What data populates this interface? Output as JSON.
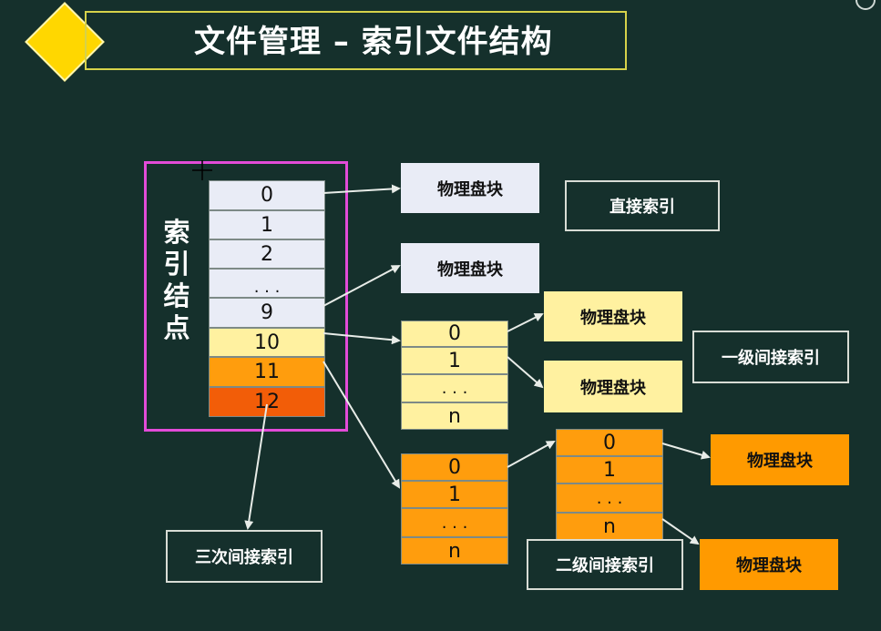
{
  "header": {
    "title": "文件管理 – 索引文件结构",
    "diamond_color": "#ffd700",
    "title_border_color": "#d6d24a"
  },
  "index_node": {
    "label": "索引结点",
    "label_lines": [
      "索",
      "引",
      "结",
      "点"
    ],
    "cells": [
      {
        "text": "0",
        "color": "light"
      },
      {
        "text": "1",
        "color": "light"
      },
      {
        "text": "2",
        "color": "light"
      },
      {
        "text": ". . .",
        "color": "light"
      },
      {
        "text": "9",
        "color": "light"
      },
      {
        "text": "10",
        "color": "yellow"
      },
      {
        "text": "11",
        "color": "orange"
      },
      {
        "text": "12",
        "color": "red"
      }
    ],
    "frame_color": "#e24bd8"
  },
  "blocks": {
    "direct_1": "物理盘块",
    "direct_2": "物理盘块",
    "single_1": "物理盘块",
    "single_2": "物理盘块",
    "double_1": "物理盘块",
    "double_2": "物理盘块"
  },
  "tables": {
    "single_indirect": [
      "0",
      "1",
      ". . .",
      "n"
    ],
    "double_outer": [
      "0",
      "1",
      ". . .",
      "n"
    ],
    "double_inner": [
      "0",
      "1",
      ". . .",
      "n"
    ]
  },
  "labels": {
    "direct": "直接索引",
    "single": "一级间接索引",
    "double": "二级间接索引",
    "triple": "三次间接索引"
  },
  "colors": {
    "light": "#e9ecf6",
    "yellow": "#fff1a0",
    "orange": "#ff9d0d",
    "red": "#f25d08",
    "background": "#15302c"
  }
}
